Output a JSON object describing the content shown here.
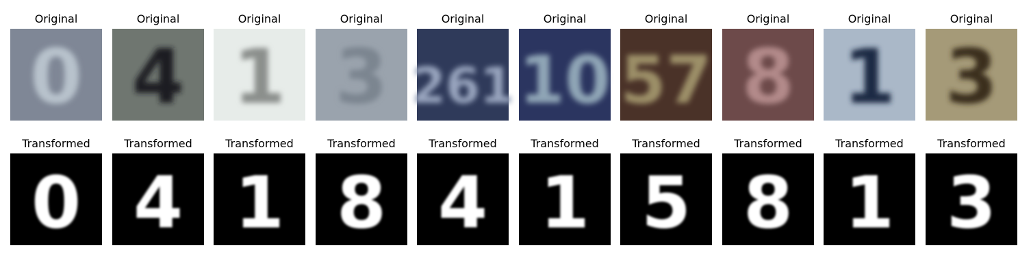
{
  "figure": {
    "rows": [
      {
        "row_label_key": "original",
        "panels": [
          {
            "title": "Original",
            "digit": "0",
            "bg": "#7f8796",
            "fg": "#b8c2cc"
          },
          {
            "title": "Original",
            "digit": "4",
            "bg": "#6f7670",
            "fg": "#1d1f22"
          },
          {
            "title": "Original",
            "digit": "1",
            "bg": "#e7ece9",
            "fg": "#8b8f8c"
          },
          {
            "title": "Original",
            "digit": "3",
            "bg": "#9aa3ad",
            "fg": "#7c8590"
          },
          {
            "title": "Original",
            "digit": "261",
            "bg": "#2f3a5a",
            "fg": "#98a4be"
          },
          {
            "title": "Original",
            "digit": "10",
            "bg": "#2b3560",
            "fg": "#8fa5b6"
          },
          {
            "title": "Original",
            "digit": "57",
            "bg": "#4a3228",
            "fg": "#9c8f68"
          },
          {
            "title": "Original",
            "digit": "8",
            "bg": "#6d4a4a",
            "fg": "#b28a8a"
          },
          {
            "title": "Original",
            "digit": "1",
            "bg": "#aab8c8",
            "fg": "#1e2a44"
          },
          {
            "title": "Original",
            "digit": "3",
            "bg": "#a59a78",
            "fg": "#3a2e1e"
          }
        ]
      },
      {
        "row_label_key": "transformed",
        "panels": [
          {
            "title": "Transformed",
            "digit": "0",
            "bg": "#000000",
            "fg": "#ffffff"
          },
          {
            "title": "Transformed",
            "digit": "4",
            "bg": "#000000",
            "fg": "#ffffff"
          },
          {
            "title": "Transformed",
            "digit": "1",
            "bg": "#000000",
            "fg": "#ffffff"
          },
          {
            "title": "Transformed",
            "digit": "8",
            "bg": "#000000",
            "fg": "#ffffff"
          },
          {
            "title": "Transformed",
            "digit": "4",
            "bg": "#000000",
            "fg": "#ffffff"
          },
          {
            "title": "Transformed",
            "digit": "1",
            "bg": "#000000",
            "fg": "#ffffff"
          },
          {
            "title": "Transformed",
            "digit": "5",
            "bg": "#000000",
            "fg": "#ffffff"
          },
          {
            "title": "Transformed",
            "digit": "8",
            "bg": "#000000",
            "fg": "#ffffff"
          },
          {
            "title": "Transformed",
            "digit": "1",
            "bg": "#000000",
            "fg": "#ffffff"
          },
          {
            "title": "Transformed",
            "digit": "3",
            "bg": "#000000",
            "fg": "#ffffff"
          }
        ]
      }
    ]
  }
}
